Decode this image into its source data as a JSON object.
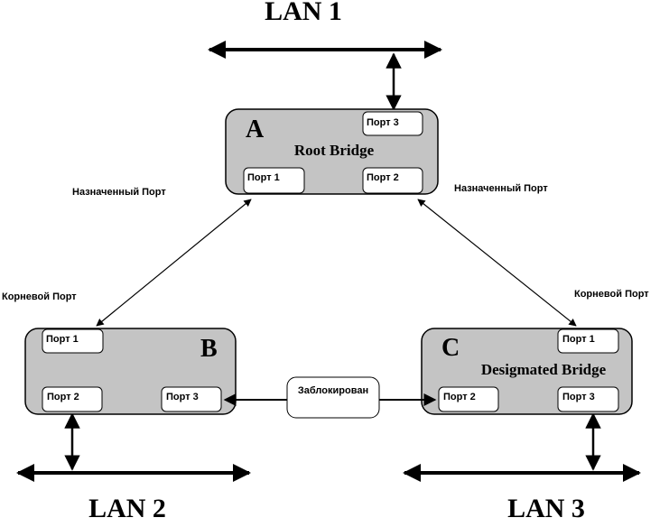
{
  "lans": {
    "lan1": "LAN 1",
    "lan2": "LAN 2",
    "lan3": "LAN 3"
  },
  "bridges": {
    "a": {
      "letter": "A",
      "title": "Root Bridge",
      "port1": "Порт 1",
      "port2": "Порт 2",
      "port3": "Порт 3"
    },
    "b": {
      "letter": "B",
      "port1": "Порт 1",
      "port2": "Порт 2",
      "port3": "Порт 3"
    },
    "c": {
      "letter": "C",
      "title": "Desigmated Bridge",
      "port1": "Порт 1",
      "port2": "Порт 2",
      "port3": "Порт 3"
    }
  },
  "labels": {
    "designated_left": "Назначенный Порт",
    "designated_right": "Назначенный Порт",
    "root_left": "Корневой Порт",
    "root_right": "Корневой Порт",
    "blocked": "Заблокирован"
  },
  "colors": {
    "bridge_fill": "#c4c4c4",
    "line": "#000000",
    "port_fill": "#ffffff"
  }
}
